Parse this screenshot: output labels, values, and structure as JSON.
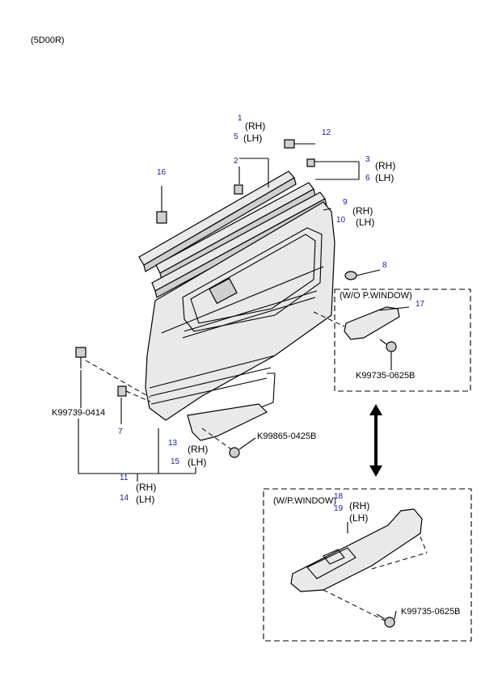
{
  "header": {
    "code": "(5D00R)"
  },
  "callouts": {
    "n1": "1",
    "n2": "2",
    "n3": "3",
    "n5": "5",
    "n6": "6",
    "n7": "7",
    "n8": "8",
    "n9": "9",
    "n10": "10",
    "n11": "11",
    "n12": "12",
    "n13": "13",
    "n14": "14",
    "n15": "15",
    "n16": "16",
    "n17": "17",
    "n18": "18",
    "n19": "19"
  },
  "side_labels": {
    "l1": "(RH)",
    "l2": "(LH)",
    "l3": "(RH)",
    "l4": "(LH)",
    "l5": "(RH)",
    "l6": "(LH)",
    "l7": "(RH)",
    "l8": "(LH)",
    "l9": "(RH)",
    "l10": "(LH)",
    "l11": "(RH)",
    "l12": "(LH)"
  },
  "part_numbers": {
    "p1": "K99739-0414",
    "p2": "K99865-0425B",
    "p3": "K99735-0625B",
    "p4": "K99735-0625B"
  },
  "boxes": {
    "wo_power_window": "(W/O P.WINDOW)",
    "w_power_window": "(W/P.WINDOW)"
  }
}
